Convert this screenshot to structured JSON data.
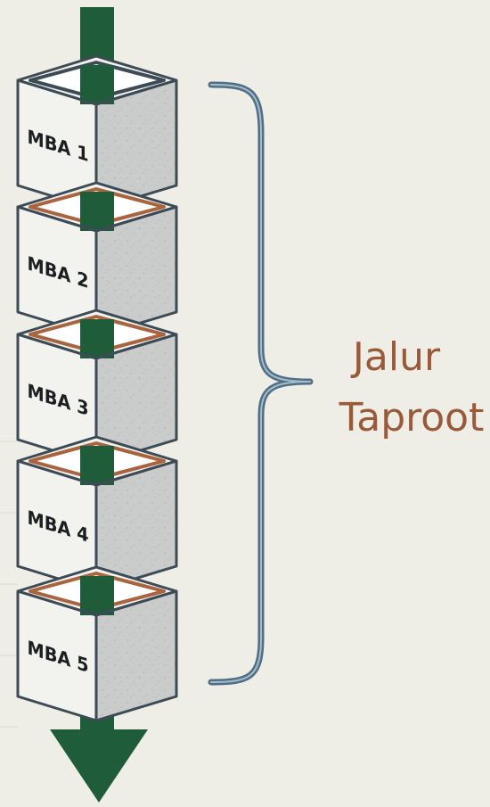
{
  "diagram": {
    "cubes": [
      {
        "label": "MBA 1"
      },
      {
        "label": "MBA 2"
      },
      {
        "label": "MBA 3"
      },
      {
        "label": "MBA 4"
      },
      {
        "label": "MBA 5"
      }
    ],
    "bracket_label": [
      "Jalur",
      "Taproot"
    ],
    "colors": {
      "background": "#efeee6",
      "arrow_green": "#1f5c3a",
      "cube_front": "#f2f3ef",
      "cube_side": "#c9ccca",
      "cube_edge": "#3d4b57",
      "inner_rim": "#a9643f",
      "bracket": "#4f6f86",
      "label_text": "#9a5a3a"
    },
    "icons": [
      "down-arrow-icon",
      "curly-bracket-icon"
    ]
  }
}
